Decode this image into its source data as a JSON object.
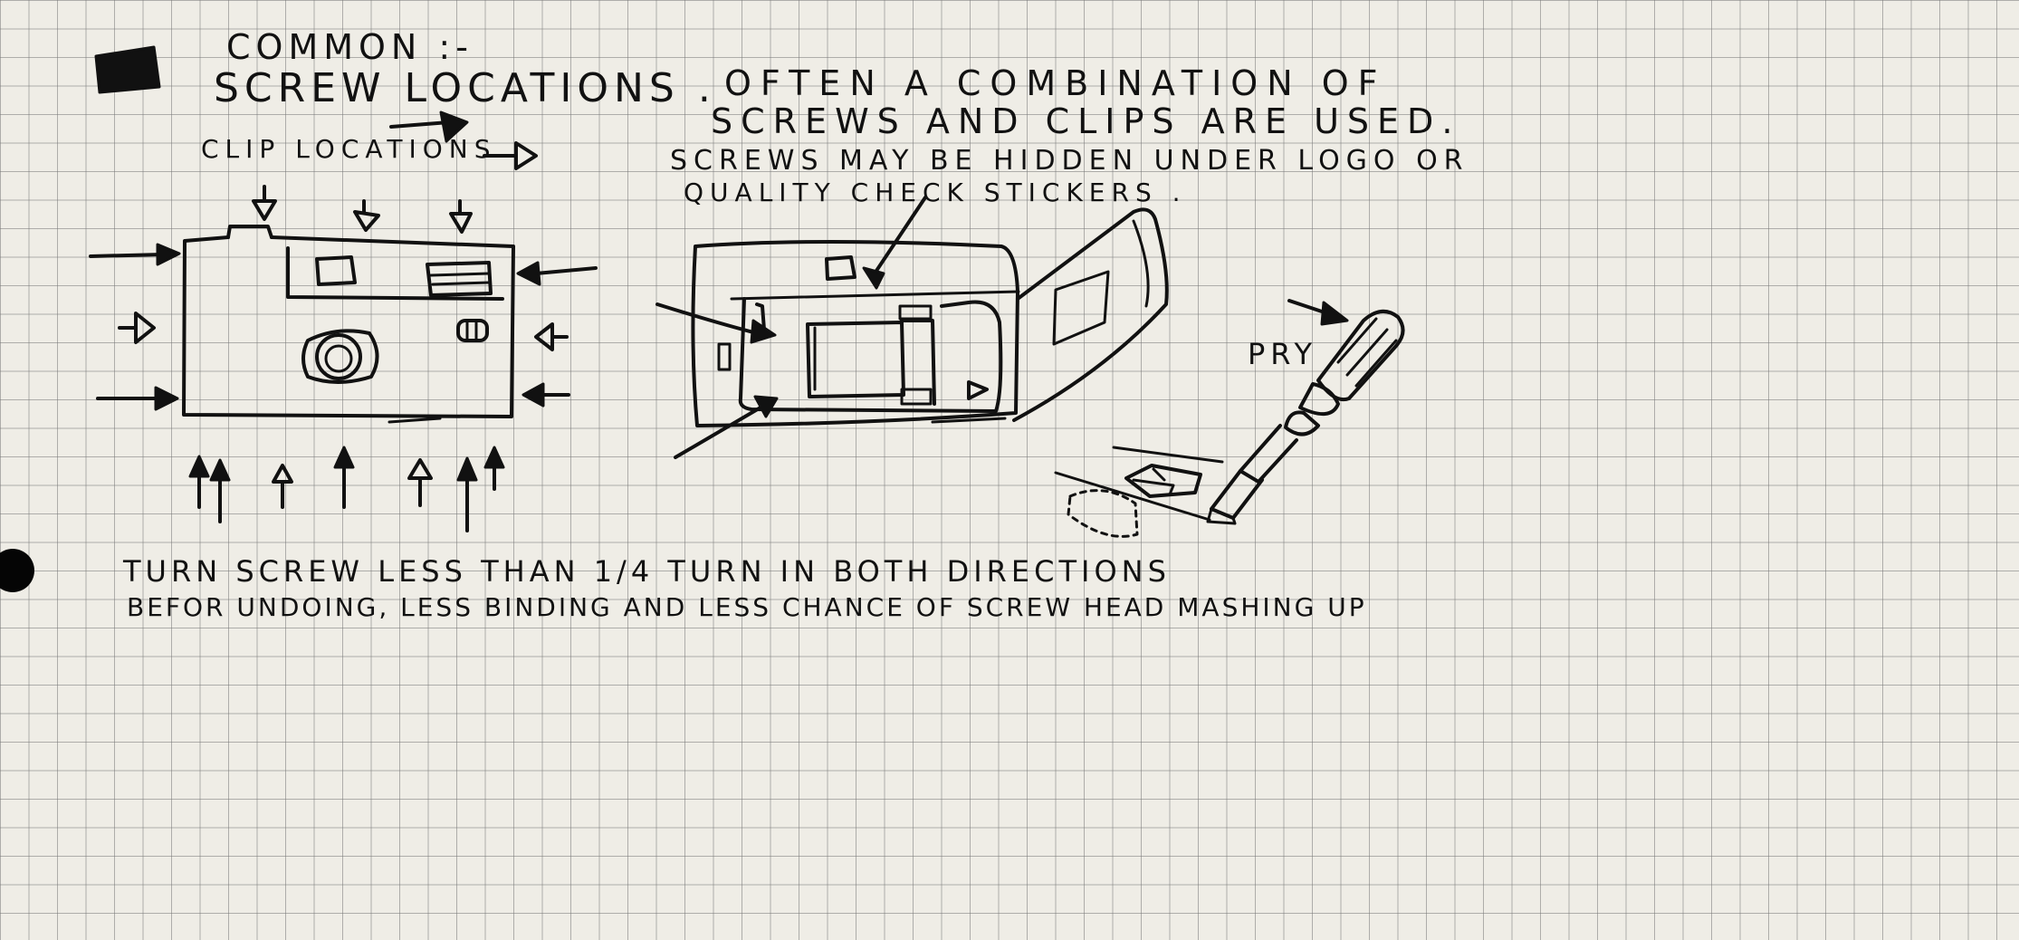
{
  "notes": {
    "heading_line1": "COMMON :-",
    "heading_line2": "SCREW LOCATIONS .",
    "combo_line1": "OFTEN A COMBINATION OF",
    "combo_line2": "SCREWS AND CLIPS ARE USED.",
    "hidden_line1": "SCREWS MAY BE HIDDEN UNDER LOGO OR",
    "hidden_line2": "QUALITY CHECK STICKERS .",
    "clip_label": "CLIP LOCATIONS",
    "pry_label": "PRY",
    "tip_line1": "TURN SCREW LESS THAN 1/4 TURN IN BOTH DIRECTIONS",
    "tip_line2": "BEFOR UNDOING, LESS BINDING AND LESS CHANCE OF SCREW HEAD MASHING UP"
  },
  "legend": {
    "screw_marker": "filled-arrow",
    "clip_marker": "open-arrow"
  },
  "colors": {
    "paper": "#efede6",
    "grid": "#8a8a8a",
    "ink": "#111111"
  }
}
